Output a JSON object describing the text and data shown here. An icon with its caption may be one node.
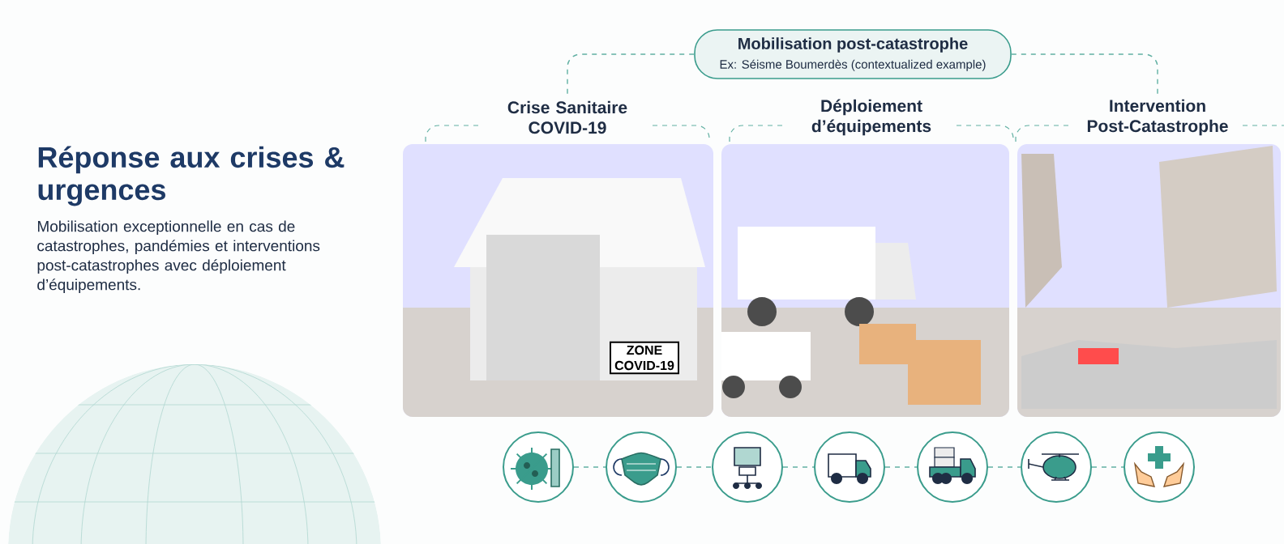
{
  "diagram": {
    "title": "Réponse aux crises & urgences",
    "nodes": [
      {
        "text": [
          "Mobilisation post-catastrophe",
          "Ex: Séisme Boumerdès (contextualized example)"
        ]
      },
      {
        "text": [
          "Crise Sanitaire COVID-19"
        ]
      },
      {
        "text": [
          "Déploiement d’équipements"
        ]
      },
      {
        "text": [
          "Intervention Post-Catastrophe"
        ]
      },
      {
        "text": [],
        "shape": "circle"
      },
      {
        "text": [],
        "shape": "circle"
      },
      {
        "text": [],
        "shape": "circle"
      },
      {
        "text": [],
        "shape": "circle"
      },
      {
        "text": [],
        "shape": "circle"
      },
      {
        "text": [],
        "shape": "circle"
      },
      {
        "text": [],
        "shape": "circle"
      }
    ],
    "edges": [
      {
        "from": 0,
        "to": 1,
        "arrow": "none",
        "style": "dashed"
      },
      {
        "from": 0,
        "to": 3,
        "arrow": "none",
        "style": "dashed"
      },
      {
        "from": 4,
        "to": 5,
        "arrow": "none",
        "style": "dashed"
      },
      {
        "from": 5,
        "to": 6,
        "arrow": "none",
        "style": "dashed"
      },
      {
        "from": 6,
        "to": 7,
        "arrow": "none",
        "style": "dashed"
      },
      {
        "from": 7,
        "to": 8,
        "arrow": "none",
        "style": "dashed"
      },
      {
        "from": 8,
        "to": 9,
        "arrow": "none",
        "style": "dashed"
      },
      {
        "from": 9,
        "to": 10,
        "arrow": "none",
        "style": "dashed"
      }
    ],
    "labels": [
      "Mobilisation exceptionnelle en cas de catastrophes, pandémies et interventions post-catastrophes avec déploiement d’équipements.",
      "ZONE COVID-19"
    ]
  }
}
